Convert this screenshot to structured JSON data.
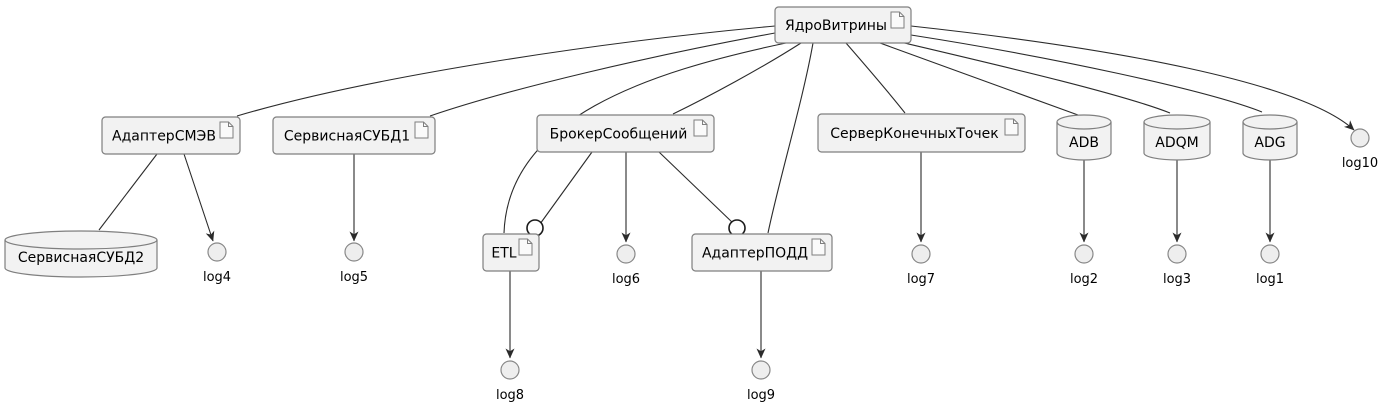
{
  "diagram": {
    "type": "component-diagram",
    "colors": {
      "node_fill": "#f2f2f2",
      "node_border": "#7f7f7f",
      "circle_fill": "#eeeeee",
      "circle_border": "#888888",
      "edge": "#2b2b2b",
      "text": "#000000",
      "background": "#ffffff"
    },
    "nodes": [
      {
        "id": "yadro-vitriny",
        "label": "ЯдроВитрины",
        "type": "artifact"
      },
      {
        "id": "adapter-smev",
        "label": "АдаптерСМЭВ",
        "type": "artifact"
      },
      {
        "id": "servisnaya-subd1",
        "label": "СервиснаяСУБД1",
        "type": "artifact"
      },
      {
        "id": "broker-soobshcheniy",
        "label": "БрокерСообщений",
        "type": "artifact"
      },
      {
        "id": "server-konechnykh-tochek",
        "label": "СерверКонечныхТочек",
        "type": "artifact"
      },
      {
        "id": "adb",
        "label": "ADB",
        "type": "database"
      },
      {
        "id": "adqm",
        "label": "ADQM",
        "type": "database"
      },
      {
        "id": "adg",
        "label": "ADG",
        "type": "database"
      },
      {
        "id": "servisnaya-subd2",
        "label": "СервиснаяСУБД2",
        "type": "database"
      },
      {
        "id": "etl",
        "label": "ETL",
        "type": "artifact"
      },
      {
        "id": "adapter-podd",
        "label": "АдаптерПОДД",
        "type": "artifact"
      },
      {
        "id": "log1",
        "label": "log1",
        "type": "interface"
      },
      {
        "id": "log2",
        "label": "log2",
        "type": "interface"
      },
      {
        "id": "log3",
        "label": "log3",
        "type": "interface"
      },
      {
        "id": "log4",
        "label": "log4",
        "type": "interface"
      },
      {
        "id": "log5",
        "label": "log5",
        "type": "interface"
      },
      {
        "id": "log6",
        "label": "log6",
        "type": "interface"
      },
      {
        "id": "log7",
        "label": "log7",
        "type": "interface"
      },
      {
        "id": "log8",
        "label": "log8",
        "type": "interface"
      },
      {
        "id": "log9",
        "label": "log9",
        "type": "interface"
      },
      {
        "id": "log10",
        "label": "log10",
        "type": "interface"
      }
    ],
    "edges": [
      {
        "from": "yadro-vitriny",
        "to": "adapter-smev",
        "end": "none"
      },
      {
        "from": "yadro-vitriny",
        "to": "servisnaya-subd1",
        "end": "none"
      },
      {
        "from": "yadro-vitriny",
        "to": "etl",
        "end": "none"
      },
      {
        "from": "yadro-vitriny",
        "to": "broker-soobshcheniy",
        "end": "none"
      },
      {
        "from": "yadro-vitriny",
        "to": "adapter-podd",
        "end": "none"
      },
      {
        "from": "yadro-vitriny",
        "to": "server-konechnykh-tochek",
        "end": "none"
      },
      {
        "from": "yadro-vitriny",
        "to": "adb",
        "end": "none"
      },
      {
        "from": "yadro-vitriny",
        "to": "adqm",
        "end": "none"
      },
      {
        "from": "yadro-vitriny",
        "to": "adg",
        "end": "none"
      },
      {
        "from": "yadro-vitriny",
        "to": "log10",
        "end": "arrow"
      },
      {
        "from": "adapter-smev",
        "to": "servisnaya-subd2",
        "end": "none"
      },
      {
        "from": "adapter-smev",
        "to": "log4",
        "end": "arrow"
      },
      {
        "from": "servisnaya-subd1",
        "to": "log5",
        "end": "arrow"
      },
      {
        "from": "broker-soobshcheniy",
        "to": "etl",
        "end": "ball"
      },
      {
        "from": "broker-soobshcheniy",
        "to": "log6",
        "end": "arrow"
      },
      {
        "from": "broker-soobshcheniy",
        "to": "adapter-podd",
        "end": "ball"
      },
      {
        "from": "server-konechnykh-tochek",
        "to": "log7",
        "end": "arrow"
      },
      {
        "from": "adb",
        "to": "log2",
        "end": "arrow"
      },
      {
        "from": "adqm",
        "to": "log3",
        "end": "arrow"
      },
      {
        "from": "adg",
        "to": "log1",
        "end": "arrow"
      },
      {
        "from": "etl",
        "to": "log8",
        "end": "arrow"
      },
      {
        "from": "adapter-podd",
        "to": "log9",
        "end": "arrow"
      }
    ]
  }
}
